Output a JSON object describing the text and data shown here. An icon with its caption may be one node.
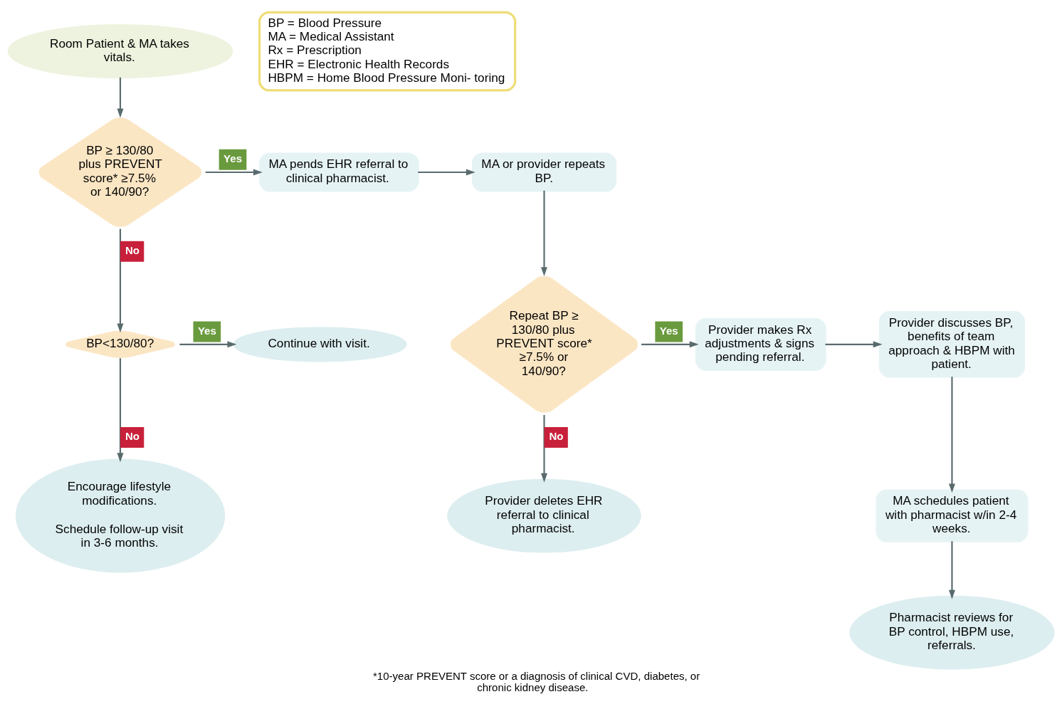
{
  "diagram": {
    "caption": "*10-year PREVENT score or a diagnosis of clinical CVD, diabetes, or chronic kidney disease.",
    "nodes": [
      {
        "text": [
          "Room Patient & MA takes vitals."
        ]
      },
      {
        "text": [
          "BP ≥ 130/80 plus PREVENT score* ≥7.5% or 140/90?"
        ]
      },
      {
        "text": [
          "MA pends EHR referral to clinical pharmacist."
        ]
      },
      {
        "text": [
          "MA or provider repeats BP."
        ]
      },
      {
        "text": [
          "BP<130/80?"
        ]
      },
      {
        "text": [
          "Continue with visit."
        ]
      },
      {
        "text": [
          "Encourage lifestyle modifications.",
          "Schedule follow-up visit in 3-6 months."
        ]
      },
      {
        "text": [
          "Repeat BP ≥ 130/80 plus PREVENT score* ≥7.5% or 140/90?"
        ]
      },
      {
        "text": [
          "Provider makes Rx adjustments & signs pending referral."
        ]
      },
      {
        "text": [
          "Provider discusses BP, benefits of team approach & HBPM with patient."
        ]
      },
      {
        "text": [
          "MA schedules patient with pharmacist w/in 2-4 weeks."
        ]
      },
      {
        "text": [
          "Provider deletes EHR referral to clinical pharmacist."
        ]
      },
      {
        "text": [
          "Pharmacist reviews for BP control, HBPM use, referrals."
        ]
      },
      {
        "text": [
          "BP = Blood Pressure",
          "MA = Medical Assistant",
          "Rx = Prescription",
          "EHR = Electronic Health Records",
          "HBPM = Home Blood Pressure Moni- toring"
        ]
      }
    ],
    "edges": [
      {
        "from": 0,
        "to": 1,
        "arrow": "to"
      },
      {
        "from": 1,
        "to": 2,
        "arrow": "to",
        "label": "Yes"
      },
      {
        "from": 2,
        "to": 3,
        "arrow": "to"
      },
      {
        "from": 3,
        "to": 7,
        "arrow": "to"
      },
      {
        "from": 1,
        "to": 4,
        "arrow": "to",
        "label": "No"
      },
      {
        "from": 4,
        "to": 5,
        "arrow": "to",
        "label": "Yes"
      },
      {
        "from": 4,
        "to": 6,
        "arrow": "to",
        "label": "No"
      },
      {
        "from": 7,
        "to": 8,
        "arrow": "to",
        "label": "Yes"
      },
      {
        "from": 7,
        "to": 11,
        "arrow": "to",
        "label": "No"
      },
      {
        "from": 8,
        "to": 9,
        "arrow": "to"
      },
      {
        "from": 9,
        "to": 10,
        "arrow": "to"
      },
      {
        "from": 10,
        "to": 12,
        "arrow": "to"
      }
    ]
  }
}
